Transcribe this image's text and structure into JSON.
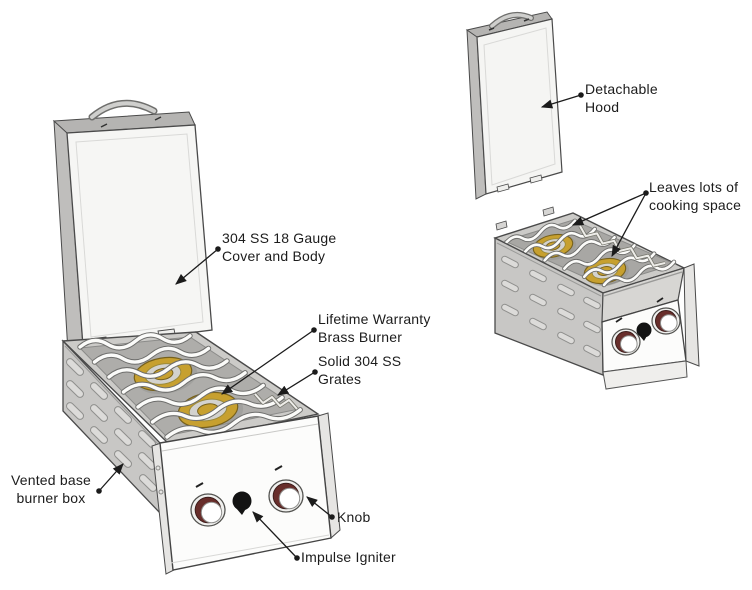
{
  "figure": {
    "type": "product-annotation-diagram",
    "subject": "Stainless steel double side burner shown open (left) and with hood detached (right)",
    "background": "#ffffff"
  },
  "colors": {
    "outline": "#4a4a4a",
    "leader_line": "#1b1b1b",
    "steel_face": "#f6f6f4",
    "steel_rim": "#cccbc8",
    "recess": "#aeadaa",
    "brass_burner": "#c7a02f",
    "knob_ring_maroon": "#682e2b",
    "igniter_black": "#131313",
    "text": "#1c1c1c"
  },
  "annotations": {
    "cover_body": "304 SS 18 Gauge\nCover and Body",
    "brass_burner": "Lifetime Warranty\nBrass Burner",
    "grates": "Solid 304 SS\nGrates",
    "vented_base": "Vented base\nburner box",
    "knob": "Knob",
    "igniter": "Impulse Igniter",
    "hood": "Detachable\nHood",
    "cooking_space": "Leaves lots of\ncooking space"
  }
}
